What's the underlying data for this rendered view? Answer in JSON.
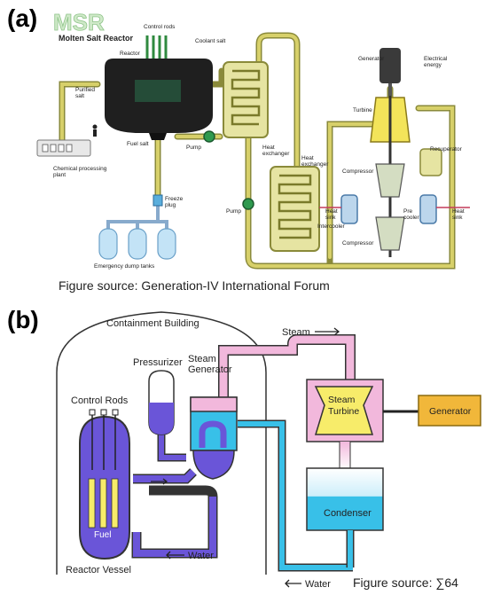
{
  "panel_a": {
    "label": "(a)",
    "logo": {
      "abbr": "MSR",
      "name": "Molten Salt Reactor"
    },
    "components": {
      "control_rods": "Control rods",
      "reactor": "Reactor",
      "coolant_salt": "Coolant salt",
      "purified_salt": "Purified salt",
      "fuel_salt": "Fuel salt",
      "pump1": "Pump",
      "heat_exchanger1": "Heat exchanger",
      "chemical_plant": "Chemical processing plant",
      "freeze_plug": "Freeze plug",
      "dump_tanks": "Emergency dump tanks",
      "pump2": "Pump",
      "heat_exchanger2": "Heat exchanger",
      "generator": "Generator",
      "electrical_energy": "Electrical energy",
      "turbine": "Turbine",
      "recuperator": "Recuperator",
      "compressor1": "Compressor",
      "compressor2": "Compressor",
      "heat_sink1": "Heat sink",
      "heat_sink2": "Heat sink",
      "intercooler": "Intercooler",
      "precooler": "Pre cooler"
    },
    "source": "Figure source: Generation-IV International Forum"
  },
  "panel_b": {
    "label": "(b)",
    "containment": "Containment Building",
    "pressurizer": "Pressurizer",
    "steam_generator": "Steam Generator",
    "control_rods": "Control Rods",
    "fuel": "Fuel",
    "reactor_vessel": "Reactor Vessel",
    "water_inner": "Water",
    "steam": "Steam",
    "steam_turbine": "Steam Turbine",
    "generator": "Generator",
    "condenser": "Condenser",
    "water_outer": "Water",
    "source": "Figure source: ∑64"
  },
  "colors": {
    "reactor_purple": "#6a55d8",
    "steam_pink": "#f2b8dc",
    "water_blue": "#38c0e8",
    "turbine_yellow": "#f7ec6a",
    "generator_orange": "#f1b73a",
    "msr_pipe": "#c9c256",
    "msr_core": "#222222"
  }
}
